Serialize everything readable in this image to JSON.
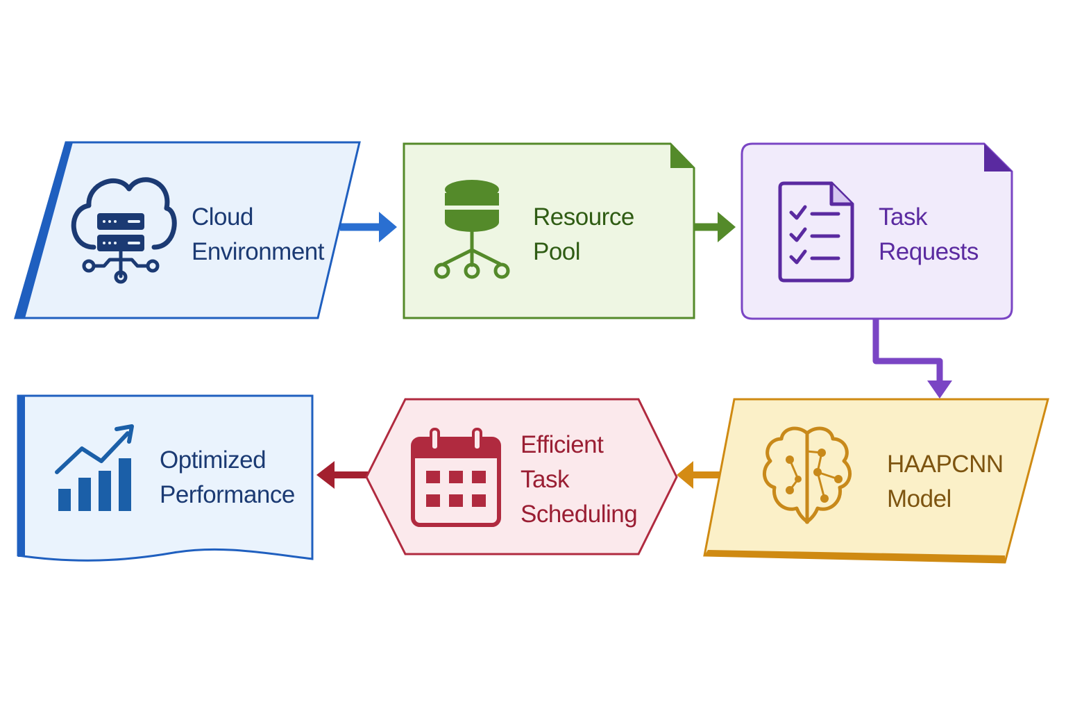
{
  "diagram": {
    "nodes": [
      {
        "id": "cloud",
        "label_lines": [
          "Cloud",
          "Environment"
        ],
        "color": "#1f5fbf",
        "fill": "#e9f2fc",
        "text_color": "#1b3a73",
        "icon": "cloud-server-icon"
      },
      {
        "id": "resource",
        "label_lines": [
          "Resource",
          "Pool"
        ],
        "color": "#548a2a",
        "fill": "#eef6e3",
        "text_color": "#2f5c14",
        "icon": "database-network-icon"
      },
      {
        "id": "task",
        "label_lines": [
          "Task",
          "Requests"
        ],
        "color": "#7a45c4",
        "fill": "#f1ebfb",
        "text_color": "#5a2aa0",
        "icon": "checklist-document-icon"
      },
      {
        "id": "haapcnn",
        "label_lines": [
          "HAAPCNN",
          "Model"
        ],
        "color": "#cf8a12",
        "fill": "#fbf0c8",
        "text_color": "#7d5410",
        "icon": "brain-network-icon"
      },
      {
        "id": "scheduling",
        "label_lines": [
          "Efficient",
          "Task",
          "Scheduling"
        ],
        "color": "#b02a3f",
        "fill": "#fbe9ec",
        "text_color": "#9a1e33",
        "icon": "calendar-icon"
      },
      {
        "id": "performance",
        "label_lines": [
          "Optimized",
          "Performance"
        ],
        "color": "#1f5fbf",
        "fill": "#eaf3fd",
        "text_color": "#1b3a73",
        "icon": "growth-chart-icon"
      }
    ],
    "edges": [
      {
        "from": "cloud",
        "to": "resource",
        "color": "#2a6fd1"
      },
      {
        "from": "resource",
        "to": "task",
        "color": "#548a2a"
      },
      {
        "from": "task",
        "to": "haapcnn",
        "color": "#7a45c4"
      },
      {
        "from": "haapcnn",
        "to": "scheduling",
        "color": "#d48b14"
      },
      {
        "from": "scheduling",
        "to": "performance",
        "color": "#a3202f"
      }
    ]
  }
}
